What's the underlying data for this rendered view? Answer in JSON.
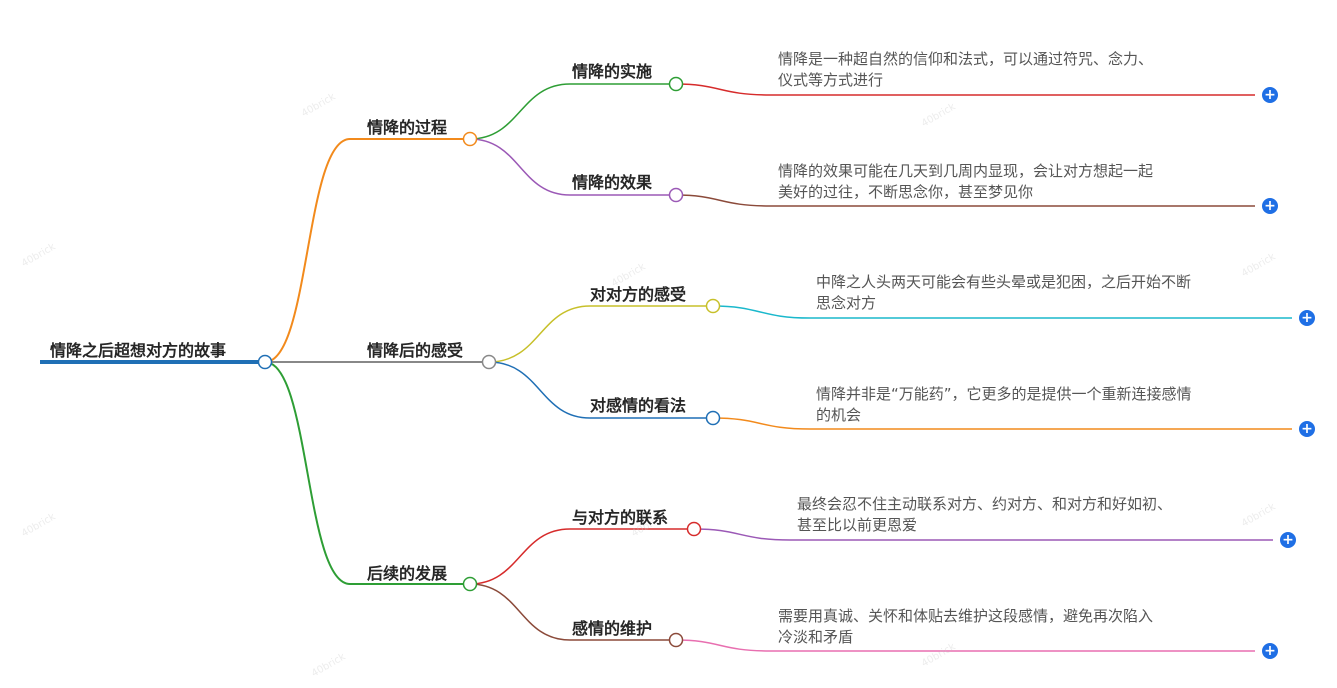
{
  "colors": {
    "root": "#1f6fb5",
    "branch_process": "#f28a1c",
    "branch_feeling": "#888888",
    "branch_followup": "#2e9e35",
    "implement": "#2e9e35",
    "effect": "#9b59b6",
    "feeling_other": "#c7c02a",
    "view": "#1f6fb5",
    "contact": "#d62b2b",
    "maintain": "#8b4a3a",
    "leaf_implement": "#d62b2b",
    "leaf_effect": "#8b4a3a",
    "leaf_feeling_other": "#1ab8cc",
    "leaf_view": "#f28a1c",
    "leaf_contact": "#9b59b6",
    "leaf_maintain": "#e86fb0"
  },
  "root": {
    "label": "情降之后超想对方的故事"
  },
  "branches": {
    "process": {
      "label": "情降的过程",
      "implement": {
        "label": "情降的实施",
        "line1": "情降是一种超自然的信仰和法式，可以通过符咒、念力、",
        "line2": "仪式等方式进行"
      },
      "effect": {
        "label": "情降的效果",
        "line1": "情降的效果可能在几天到几周内显现，会让对方想起一起",
        "line2": "美好的过往，不断思念你，甚至梦见你"
      }
    },
    "feeling": {
      "label": "情降后的感受",
      "other": {
        "label": "对对方的感受",
        "line1": "中降之人头两天可能会有些头晕或是犯困，之后开始不断",
        "line2": "思念对方"
      },
      "view": {
        "label": "对感情的看法",
        "line1": "情降并非是“万能药”，它更多的是提供一个重新连接感情",
        "line2": "的机会"
      }
    },
    "followup": {
      "label": "后续的发展",
      "contact": {
        "label": "与对方的联系",
        "line1": "最终会忍不住主动联系对方、约对方、和对方和好如初、",
        "line2": "甚至比以前更恩爱"
      },
      "maintain": {
        "label": "感情的维护",
        "line1": "需要用真诚、关怀和体贴去维护这段感情，避免再次陷入",
        "line2": "冷淡和矛盾"
      }
    }
  },
  "expand_symbol": "+"
}
